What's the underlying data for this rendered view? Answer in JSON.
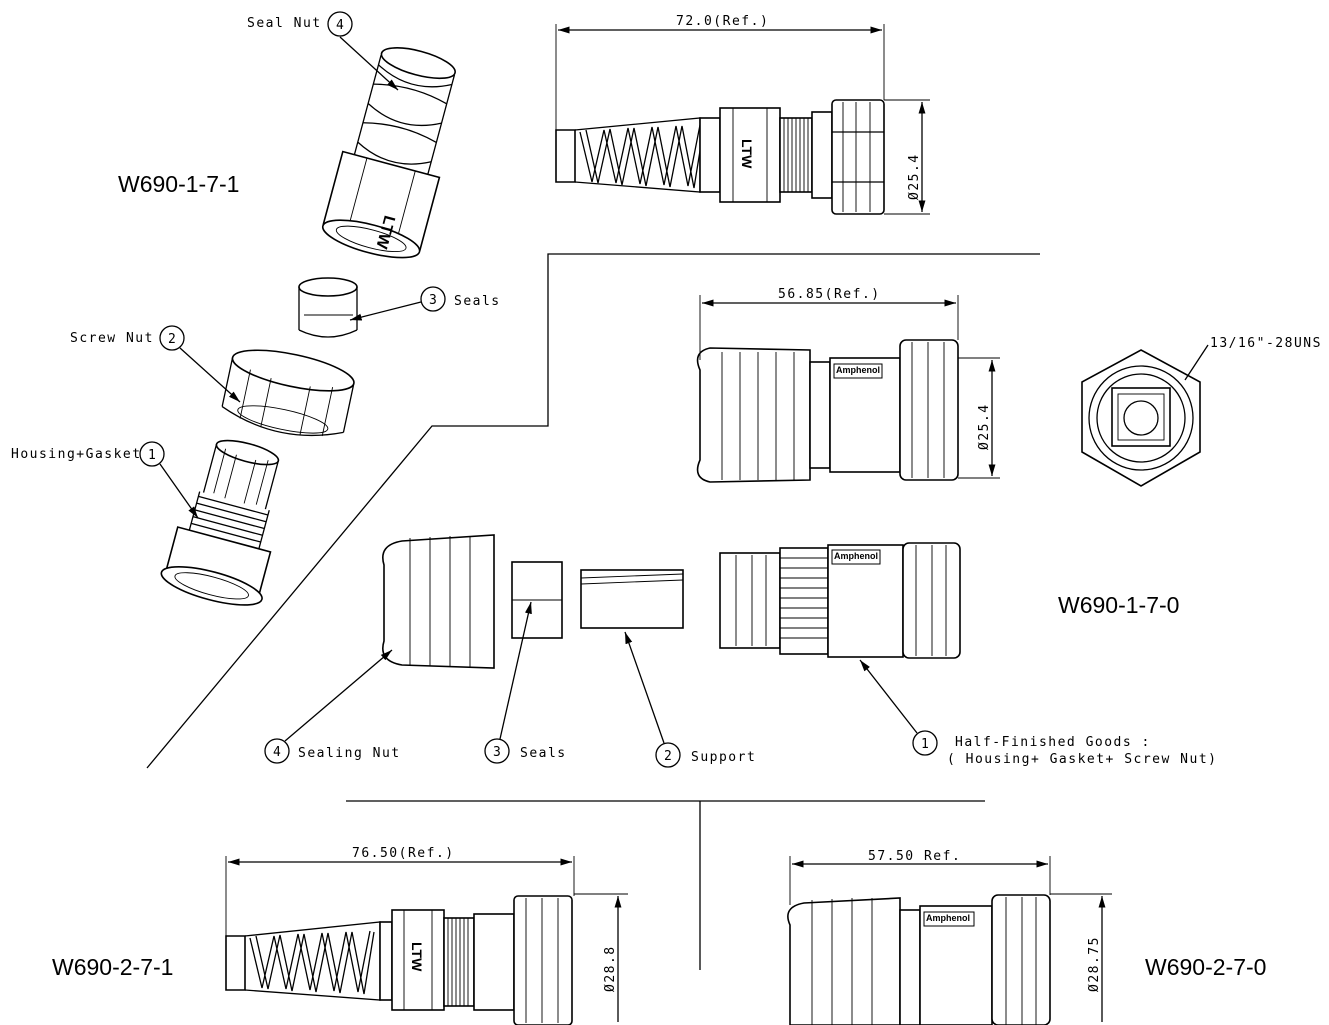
{
  "models": {
    "w690_1_7_1": "W690-1-7-1",
    "w690_1_7_0": "W690-1-7-0",
    "w690_2_7_1": "W690-2-7-1",
    "w690_2_7_0": "W690-2-7-0"
  },
  "exploded_view_1": {
    "seal_nut": {
      "label": "Seal Nut",
      "number": "4"
    },
    "seals": {
      "label": "Seals",
      "number": "3"
    },
    "screw_nut": {
      "label": "Screw Nut",
      "number": "2"
    },
    "housing_gasket": {
      "label": "Housing+Gasket",
      "number": "1"
    }
  },
  "exploded_view_2": {
    "sealing_nut": {
      "label": "Sealing Nut",
      "number": "4"
    },
    "seals": {
      "label": "Seals",
      "number": "3"
    },
    "support": {
      "label": "Support",
      "number": "2"
    },
    "half_finished": {
      "number": "1",
      "line1": "Half-Finished Goods :",
      "line2": "( Housing+  Gasket+  Screw Nut)"
    }
  },
  "dimensions": {
    "len_72": "72.0(Ref.)",
    "dia_254_top": "Ø25.4",
    "len_5685": "56.85(Ref.)",
    "dia_254_mid": "Ø25.4",
    "thread": "13/16\"-28UNS",
    "len_7650": "76.50(Ref.)",
    "dia_288": "Ø28.8",
    "len_5750": "57.50 Ref.",
    "dia_2875": "Ø28.75"
  },
  "markings": {
    "ltw": "LTW",
    "brand": "Amphenol",
    "brand_sub": "LTW"
  }
}
